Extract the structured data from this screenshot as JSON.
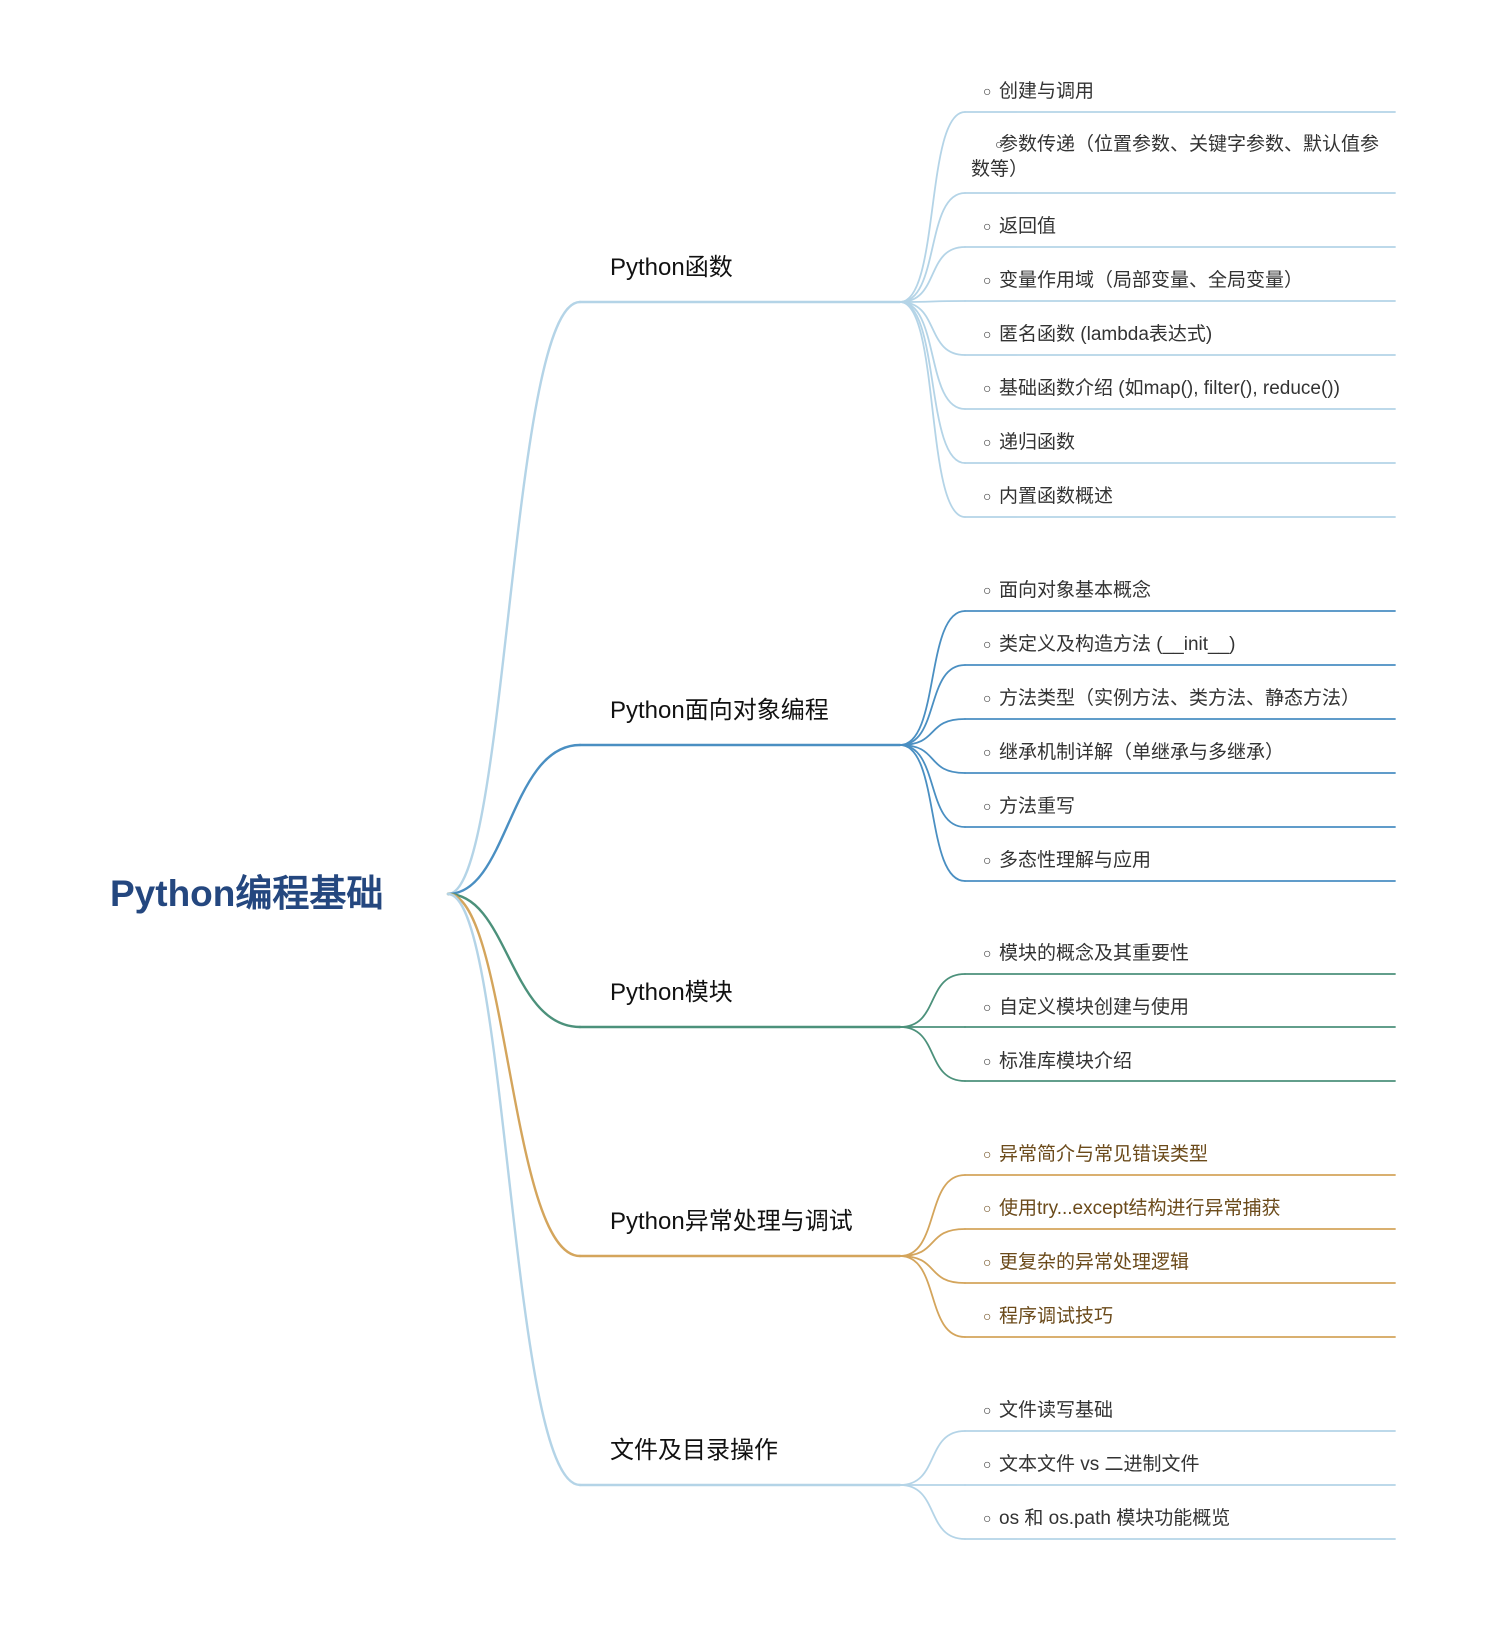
{
  "root": {
    "label": "Python编程基础",
    "color": "#24477f"
  },
  "bullet": "○",
  "branches": [
    {
      "label": "Python函数",
      "color": "#b4d4e7",
      "leaf_text_color": "#333333",
      "items": [
        "创建与调用",
        "参数传递（位置参数、关键字参数、默认值参数等）",
        "返回值",
        "变量作用域（局部变量、全局变量）",
        "匿名函数 (lambda表达式)",
        "基础函数介绍 (如map(), filter(), reduce())",
        "递归函数",
        "内置函数概述"
      ]
    },
    {
      "label": "Python面向对象编程",
      "color": "#4a8fc2",
      "leaf_text_color": "#333333",
      "items": [
        "面向对象基本概念",
        "类定义及构造方法 (__init__)",
        "方法类型（实例方法、类方法、静态方法）",
        "继承机制详解（单继承与多继承）",
        "方法重写",
        "多态性理解与应用"
      ]
    },
    {
      "label": "Python模块",
      "color": "#4c917b",
      "leaf_text_color": "#333333",
      "items": [
        "模块的概念及其重要性",
        "自定义模块创建与使用",
        "标准库模块介绍"
      ]
    },
    {
      "label": "Python异常处理与调试",
      "color": "#d4a55c",
      "leaf_text_color": "#6b4a1a",
      "items": [
        "异常简介与常见错误类型",
        "使用try...except结构进行异常捕获",
        "更复杂的异常处理逻辑",
        "程序调试技巧"
      ]
    },
    {
      "label": "文件及目录操作",
      "color": "#b4d4e7",
      "leaf_text_color": "#333333",
      "items": [
        "文件读写基础",
        "文本文件 vs 二进制文件",
        "os 和 os.path 模块功能概览"
      ]
    }
  ]
}
